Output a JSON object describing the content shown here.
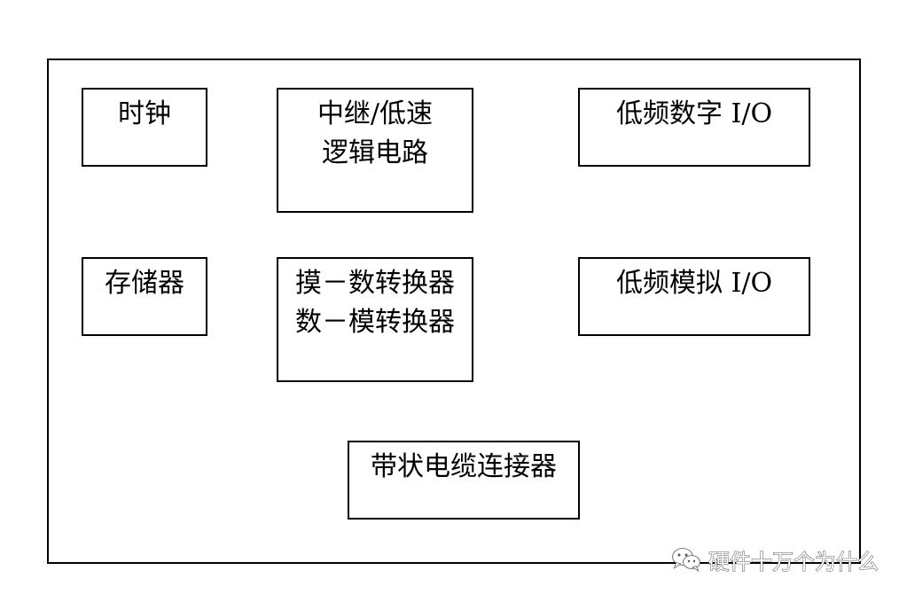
{
  "diagram": {
    "blocks": {
      "clock": {
        "lines": [
          "时钟"
        ]
      },
      "relay_logic": {
        "lines": [
          "中继/低速",
          "逻辑电路"
        ]
      },
      "lf_digital_io": {
        "lines": [
          "低频数字 I/O"
        ]
      },
      "memory": {
        "lines": [
          "存储器"
        ]
      },
      "converters": {
        "lines": [
          "摸－数转换器",
          "数－模转换器"
        ]
      },
      "lf_analog_io": {
        "lines": [
          "低频模拟 I/O"
        ]
      },
      "ribbon_connector": {
        "lines": [
          "带状电缆连接器"
        ]
      }
    }
  },
  "watermark": {
    "icon": "wechat-icon",
    "text": "硬件十万个为什么"
  }
}
